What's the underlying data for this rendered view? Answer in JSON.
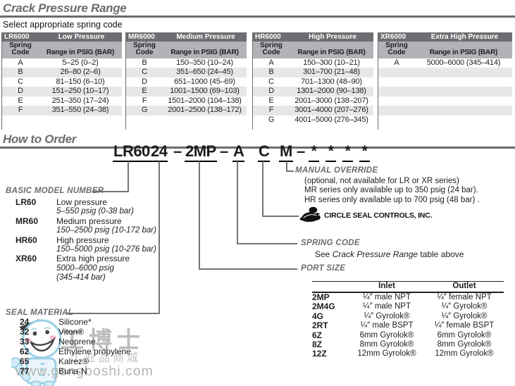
{
  "colors": {
    "header_dark": "#6d6e71",
    "header_light": "#b1b3b6",
    "row_stripe": "#e6e7e8",
    "heading_gray": "#6b6c6f",
    "watermark_blue": "#8ecbe4"
  },
  "crack_pressure": {
    "heading": "Crack Pressure Range",
    "subtitle": "Select appropriate spring code",
    "col_headers": {
      "code": "Spring Code",
      "range": "Range in PSIG (BAR)"
    },
    "tables": [
      {
        "model": "LR6000",
        "title": "Low Pressure",
        "rows": [
          [
            "A",
            "5–25 (0–2)"
          ],
          [
            "B",
            "26–80 (2–6)"
          ],
          [
            "C",
            "81–150 (6–10)"
          ],
          [
            "D",
            "151–250 (10–17)"
          ],
          [
            "E",
            "251–350 (17–24)"
          ],
          [
            "F",
            "351–550 (24–38)"
          ],
          [
            "",
            ""
          ]
        ]
      },
      {
        "model": "MR6000",
        "title": "Medium Pressure",
        "rows": [
          [
            "B",
            "150–350 (10–24)"
          ],
          [
            "C",
            "351–650 (24–45)"
          ],
          [
            "D",
            "651–1000 (45–69)"
          ],
          [
            "E",
            "1001–1500 (69–103)"
          ],
          [
            "F",
            "1501–2000 (104–138)"
          ],
          [
            "G",
            "2001–2500 (138–172)"
          ],
          [
            "",
            ""
          ]
        ]
      },
      {
        "model": "HR6000",
        "title": "High Pressure",
        "rows": [
          [
            "A",
            "150–300 (10–21)"
          ],
          [
            "B",
            "301–700 (21–48)"
          ],
          [
            "C",
            "701–1300 (48–90)"
          ],
          [
            "D",
            "1301–2000 (90–138)"
          ],
          [
            "E",
            "2001–3000 (138–207)"
          ],
          [
            "F",
            "3001–4000 (207–276)"
          ],
          [
            "G",
            "4001–5000 (276–345)"
          ]
        ]
      },
      {
        "model": "XR6000",
        "title": "Extra High Pressure",
        "rows": [
          [
            "A",
            "5000–6000 (345–414)"
          ],
          [
            "",
            ""
          ],
          [
            "",
            ""
          ],
          [
            "",
            ""
          ],
          [
            "",
            ""
          ],
          [
            "",
            ""
          ],
          [
            "",
            ""
          ]
        ]
      }
    ]
  },
  "how_to_order": {
    "heading": "How to Order",
    "model_code": {
      "segments": [
        {
          "text": "LR60",
          "underline": true
        },
        {
          "text": "24",
          "underline": true
        },
        {
          "text": "–",
          "underline": false
        },
        {
          "text": "2MP",
          "underline": true
        },
        {
          "text": "–",
          "underline": false
        },
        {
          "text": "A",
          "underline": true
        },
        {
          "text": "C",
          "underline": true
        },
        {
          "text": "M",
          "underline": true
        },
        {
          "text": "–",
          "underline": false
        },
        {
          "text": "*",
          "underline": true
        },
        {
          "text": "*",
          "underline": true
        },
        {
          "text": "*",
          "underline": true
        },
        {
          "text": "*",
          "underline": true
        }
      ]
    },
    "basic_model": {
      "label": "BASIC MODEL NUMBER",
      "items": [
        {
          "code": "LR60",
          "name": "Low pressure",
          "ranges": [
            "5–550 psig (0-38 bar)"
          ]
        },
        {
          "code": "MR60",
          "name": "Medium pressure",
          "ranges": [
            "150–2500 psig (10-172 bar)"
          ]
        },
        {
          "code": "HR60",
          "name": "High pressure",
          "ranges": [
            "150–5000 psig (10-276 bar)"
          ]
        },
        {
          "code": "XR60",
          "name": "Extra high pressure",
          "ranges": [
            "5000–6000 psig",
            "(345-414 bar)"
          ]
        }
      ]
    },
    "manual_override": {
      "label": "MANUAL OVERRIDE",
      "notes": [
        "(optional, not available for LR or XR series)",
        "MR series only available up to 350 psig (24 bar).",
        "HR series only available up to 700 psig (48 bar) ."
      ]
    },
    "logo": {
      "text": "CIRCLE SEAL CONTROLS, INC."
    },
    "spring_code": {
      "label": "SPRING CODE",
      "note_prefix": "See ",
      "note_italic": "Crack Pressure Range",
      "note_suffix": " table above"
    },
    "port_size": {
      "label": "PORT SIZE",
      "headers": {
        "inlet": "Inlet",
        "outlet": "Outlet"
      },
      "rows": [
        [
          "2MP",
          "¼″ male NPT",
          "¼″ female NPT"
        ],
        [
          "2M4G",
          "¼″ male NPT",
          "¼″ Gyrolok®"
        ],
        [
          "4G",
          "¼″ Gyrolok®",
          "¼″ Gyrolok®"
        ],
        [
          "2RT",
          "¼″ male BSPT",
          "¼″ female BSPT"
        ],
        [
          "6Z",
          "6mm Gyrolok®",
          "6mm Gyrolok®"
        ],
        [
          "8Z",
          "8mm Gyrolok®",
          "8mm Gyrolok®"
        ],
        [
          "12Z",
          "12mm Gyrolok®",
          "12mm Gyrolok®"
        ]
      ]
    },
    "seal_material": {
      "label": "SEAL MATERIAL",
      "items": [
        [
          "24",
          "Silicone*"
        ],
        [
          "32",
          "Viton®"
        ],
        [
          "33",
          "Neoprene"
        ],
        [
          "62",
          "Ethylene propylene"
        ],
        [
          "65",
          "Kalrez®"
        ],
        [
          "77",
          "Buna-N"
        ]
      ]
    }
  },
  "watermark": {
    "title": "工博士",
    "subtitle": "工业品商城",
    "url": "www.gongboshi.com"
  }
}
